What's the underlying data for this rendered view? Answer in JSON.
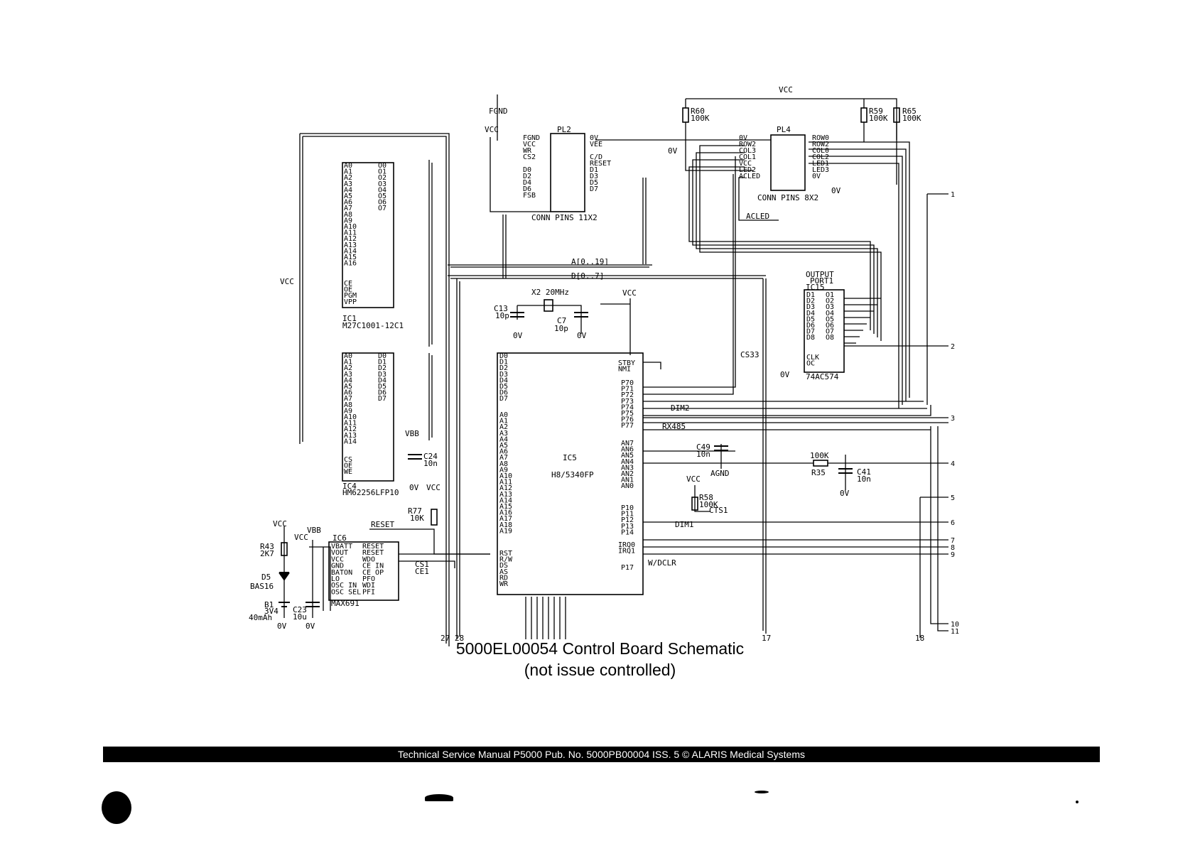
{
  "caption": {
    "title": "5000EL00054 Control Board Schematic",
    "subtitle": "(not issue controlled)"
  },
  "footer": "Technical Service Manual P5000 Pub. No. 5000PB00004 ISS. 5 © ALARIS Medical Systems",
  "components": {
    "ic1": {
      "ref": "IC1",
      "part": "M27C1001-12C1"
    },
    "ic4": {
      "ref": "IC4",
      "part": "HM62256LFP10"
    },
    "ic5": {
      "ref": "IC5",
      "part": "H8/5340FP"
    },
    "ic6": {
      "ref": "IC6",
      "part": "MAX691"
    },
    "ic15": {
      "ref": "IC15",
      "part": "74AC574",
      "title1": "OUTPUT",
      "title2": "PORT1"
    },
    "pl2": {
      "ref": "PL2",
      "desc": "CONN PINS 11X2"
    },
    "pl4": {
      "ref": "PL4",
      "desc": "CONN PINS 8X2"
    },
    "x2": "X2 20MHz",
    "c13": {
      "ref": "C13",
      "val": "10p"
    },
    "c7": {
      "ref": "C7",
      "val": "10p"
    },
    "c24": {
      "ref": "C24",
      "val": "10n"
    },
    "c49": {
      "ref": "C49",
      "val": "10n"
    },
    "c41": {
      "ref": "C41",
      "val": "10n"
    },
    "c23": {
      "ref": "C23",
      "val": "10u"
    },
    "r60": {
      "ref": "R60",
      "val": "100K"
    },
    "r59": {
      "ref": "R59",
      "val": "100K"
    },
    "r65": {
      "ref": "R65",
      "val": "100K"
    },
    "r77": {
      "ref": "R77",
      "val": "10K"
    },
    "r43": {
      "ref": "R43",
      "val": "2K7"
    },
    "r58": {
      "ref": "R58",
      "val": "100K"
    },
    "r35": {
      "ref": "R35",
      "val": "100K"
    },
    "d5": {
      "ref": "D5",
      "val": "BAS16"
    },
    "b1": {
      "ref": "B1",
      "val1": "3V4",
      "val2": "40mAh"
    }
  },
  "labels": {
    "vcc": "VCC",
    "vbb": "VBB",
    "ov": "0V",
    "fgnd": "FGND",
    "agnd": "AGND",
    "bus_a": "A[0..19]",
    "bus_d": "D[0..7]",
    "acled": "ACLED",
    "reset": "RESET",
    "cs33": "CS33",
    "dim2": "DIM2",
    "rx485": "RX485",
    "cts1": "CTS1",
    "dim1": "DIM1",
    "wdclr": "W/DCLR",
    "ce1": "CE1",
    "cs1": "CS1"
  },
  "pins": {
    "ic1_left": [
      "A0",
      "A1",
      "A2",
      "A3",
      "A4",
      "A5",
      "A6",
      "A7",
      "A8",
      "A9",
      "A10",
      "A11",
      "A12",
      "A13",
      "A14",
      "A15",
      "A16"
    ],
    "ic1_right": [
      "O0",
      "O1",
      "O2",
      "O3",
      "O4",
      "O5",
      "O6",
      "O7"
    ],
    "ic1_ctrl": [
      "CE",
      "OE",
      "PGM",
      "VPP"
    ],
    "ic4_left": [
      "A0",
      "A1",
      "A2",
      "A3",
      "A4",
      "A5",
      "A6",
      "A7",
      "A8",
      "A9",
      "A10",
      "A11",
      "A12",
      "A13",
      "A14"
    ],
    "ic4_right": [
      "D0",
      "D1",
      "D2",
      "D3",
      "D4",
      "D5",
      "D6",
      "D7"
    ],
    "ic4_ctrl": [
      "CS",
      "OE",
      "WE"
    ],
    "ic5_d": [
      "D0",
      "D1",
      "D2",
      "D3",
      "D4",
      "D5",
      "D6",
      "D7"
    ],
    "ic5_a": [
      "A0",
      "A1",
      "A2",
      "A3",
      "A4",
      "A5",
      "A6",
      "A7",
      "A8",
      "A9",
      "A10",
      "A11",
      "A12",
      "A13",
      "A14",
      "A15",
      "A16",
      "A17",
      "A18",
      "A19"
    ],
    "ic5_ctrl": [
      "RST",
      "R/W",
      "DS",
      "AS",
      "RD",
      "WR"
    ],
    "ic5_p7": [
      "P70",
      "P71",
      "P72",
      "P73",
      "P74",
      "P75",
      "P76",
      "P77"
    ],
    "ic5_an": [
      "AN7",
      "AN6",
      "AN5",
      "AN4",
      "AN3",
      "AN2",
      "AN1",
      "AN0"
    ],
    "ic5_p1": [
      "P10",
      "P11",
      "P12",
      "P13",
      "P14"
    ],
    "ic5_irq": [
      "IRQ0",
      "IRQ1"
    ],
    "ic5_p17": "P17",
    "ic5_stby": [
      "STBY",
      "NMI"
    ],
    "ic15_d": [
      "D1",
      "D2",
      "D3",
      "D4",
      "D5",
      "D6",
      "D7",
      "D8"
    ],
    "ic15_o": [
      "O1",
      "O2",
      "O3",
      "O4",
      "O5",
      "O6",
      "O7",
      "O8"
    ],
    "ic15_ctrl": [
      "CLK",
      "OC"
    ],
    "ic6_left": [
      "VBATT",
      "VOUT",
      "VCC",
      "GND",
      "BATON",
      "LO",
      "OSC IN",
      "OSC SEL"
    ],
    "ic6_right": [
      "RESET",
      "RESET",
      "WDO",
      "CE IN",
      "CE OP",
      "PFO",
      "WDI",
      "PFI"
    ],
    "pl4_left": [
      "0V",
      "ROW2",
      "COL3",
      "COL1",
      "VCC",
      "LED2",
      "ACLED",
      ""
    ],
    "pl4_right": [
      "ROW0",
      "ROW2",
      "COL0",
      "COL2",
      "LED1",
      "LED3",
      "0V",
      ""
    ],
    "pl2_left": [
      "FGND",
      "VCC",
      "WR",
      "CS2",
      "",
      "D0",
      "D2",
      "D4",
      "D6",
      "FSB",
      ""
    ],
    "pl2_right": [
      "0V",
      "VEE",
      "",
      "C/D",
      "RESET",
      "D1",
      "D3",
      "D5",
      "D7",
      "",
      ""
    ]
  },
  "offpage": [
    "1",
    "2",
    "3",
    "4",
    "5",
    "6",
    "7",
    "8",
    "9",
    "10",
    "11"
  ],
  "bottom_nets": {
    "left": "27 28",
    "mid": "17",
    "right": "18"
  }
}
